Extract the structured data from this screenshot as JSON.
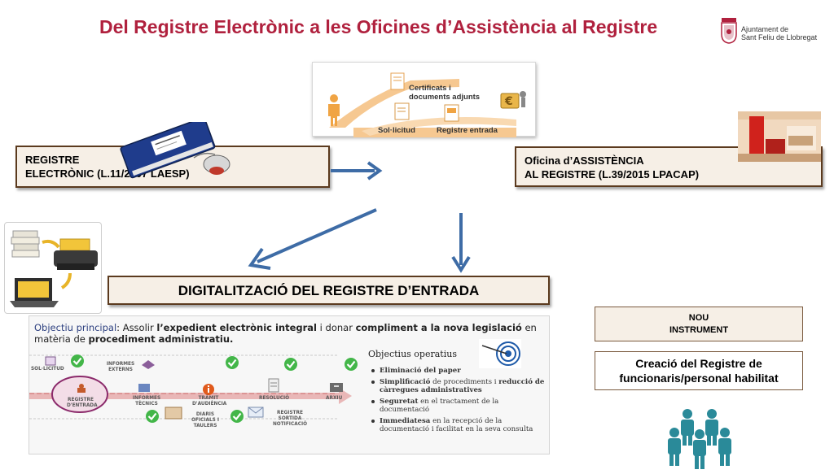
{
  "title": "Del Registre Electrònic a les Oficines d’Assistència al Registre",
  "logo": {
    "line1": "Ajuntament de",
    "line2": "Sant Feliu de Llobregat"
  },
  "registre_box": {
    "line1": "REGISTRE",
    "line2": "ELECTRÒNIC (L.11/2007 LAESP)"
  },
  "oficina_box": {
    "line1": "Oficina d’ASSISTÈNCIA",
    "line2": "AL REGISTRE (L.39/2015 LPACAP)"
  },
  "top_image": {
    "label_docs_1": "Certificats i",
    "label_docs_2": "documents adjunts",
    "label_sol": "Sol·licitud",
    "label_reg": "Registre entrada"
  },
  "digital_box": {
    "label": "DIGITALITZACIÓ DEL REGISTRE D’ENTRADA"
  },
  "nou_box": {
    "line1": "NOU",
    "line2": "INSTRUMENT"
  },
  "creacio_box": {
    "line1": "Creació del Registre de",
    "line2": "funcionaris/personal habilitat"
  },
  "process": {
    "label": "Objectiu principal",
    "text_1": ": Assolir ",
    "bold_1": "l’expedient electrònic integral",
    "text_2": " i donar ",
    "bold_2": "compliment a la nova legislació",
    "text_3": " en matèria de ",
    "bold_3": "procediment administratiu.",
    "steps": {
      "sollicitud": "SOL·LICITUD",
      "registre": "REGISTRE D'ENTRADA",
      "externs": "INFORMES EXTERNS",
      "tecnics": "INFORMES TÈCNICS",
      "audiencia": "TRÀMIT D'AUDIÈNCIA",
      "diaris": "DIARIS OFICIALS I TAULERS",
      "resolucio": "RESOLUCIÓ",
      "sortida": "REGISTRE SORTIDA NOTIFICACIÓ",
      "arxiu": "ARXIU"
    },
    "ops_title": "Objectius operatius",
    "ops": [
      {
        "bold": "Eliminació del paper",
        "rest": ""
      },
      {
        "bold": "Simplificació",
        "rest": " de procediments i ",
        "bold2": "reducció de càrregues administratives"
      },
      {
        "bold": "Seguretat",
        "rest": " en el tractament de la documentació"
      },
      {
        "bold": "Immediatesa",
        "rest": " en la recepció de la documentació i facilitat en la seva consulta"
      }
    ]
  },
  "colors": {
    "title": "#b0213e",
    "box_fill": "#f6efe6",
    "box_border": "#5b3a1e",
    "arrow": "#3e6ca6",
    "check": "#43b649",
    "people": "#2a8a99"
  }
}
